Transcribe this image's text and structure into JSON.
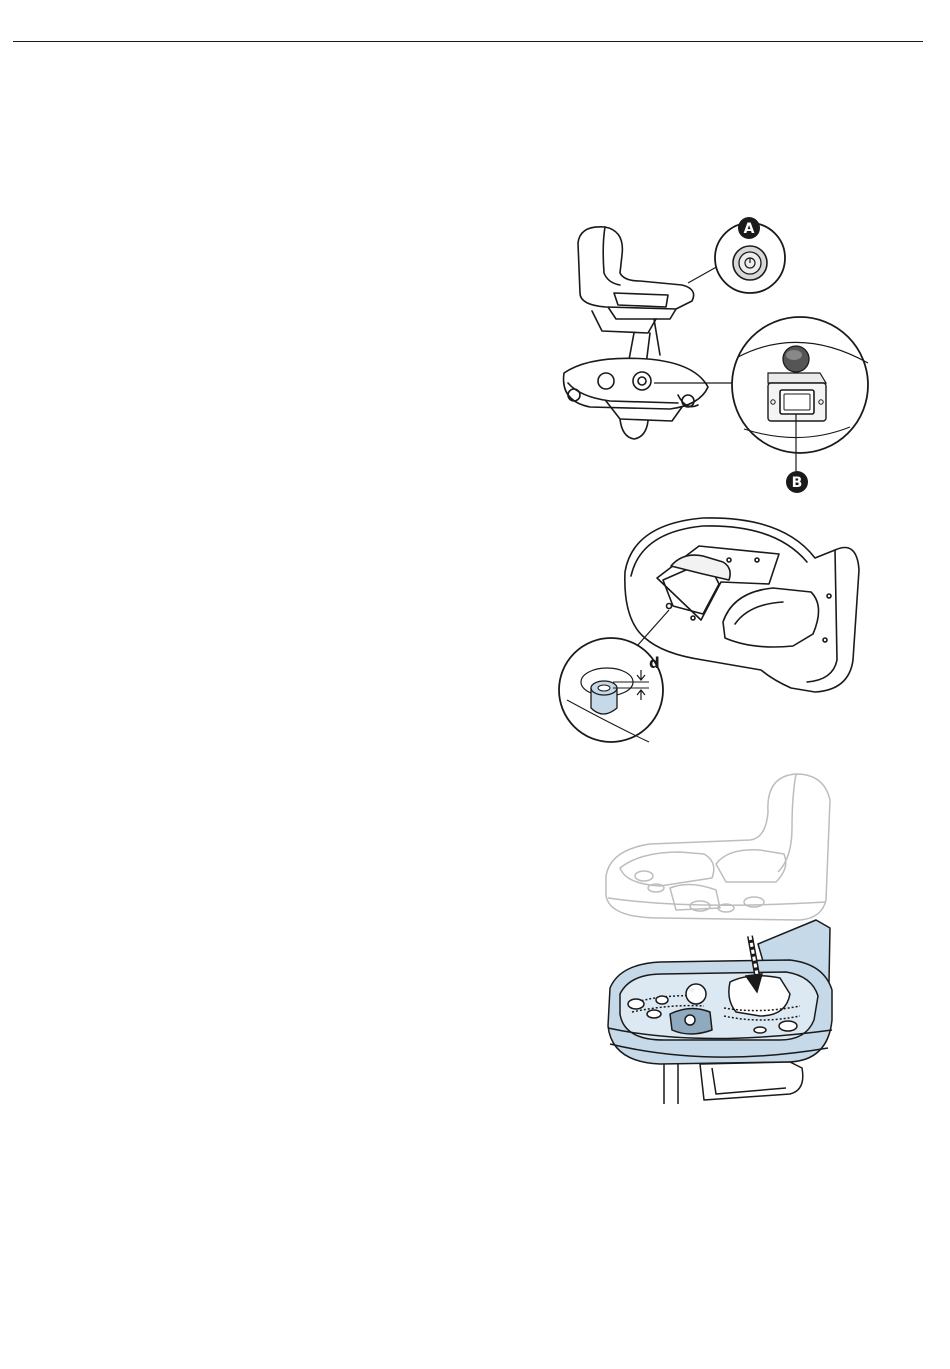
{
  "figure1": {
    "callout_a": "A",
    "callout_b": "B"
  },
  "figure2": {
    "dimension_label": "d"
  },
  "colors": {
    "line": "#1a1a1a",
    "highlight_fill": "#c6d9e8",
    "ghost_line": "#bdbdbd",
    "callout_bg": "#1a1a1a",
    "callout_text": "#ffffff"
  }
}
